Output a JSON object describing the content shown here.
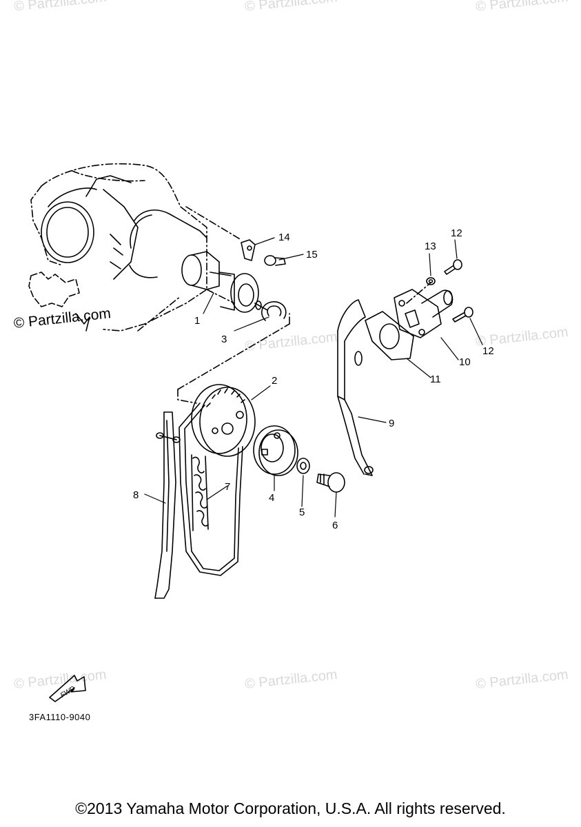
{
  "watermarks": [
    "© Partzilla.com",
    "© Partzilla.com",
    "© Partzilla.com",
    "© Partzilla.com",
    "© Partzilla.com",
    "© Partzilla.com",
    "© Partzilla.com",
    "© Partzilla.com",
    "© Partzilla.com"
  ],
  "brand_watermark": "© Partzilla.com",
  "part_labels": {
    "p1": "1",
    "p2": "2",
    "p3": "3",
    "p4": "4",
    "p5": "5",
    "p6": "6",
    "p7": "7",
    "p8": "8",
    "p9": "9",
    "p10": "10",
    "p11": "11",
    "p12a": "12",
    "p12b": "12",
    "p13": "13",
    "p14": "14",
    "p15": "15"
  },
  "fwd_label": "FWD",
  "diagram_code": "3FA1110-9040",
  "copyright": "©2013 Yamaha Motor Corporation, U.S.A. All rights reserved."
}
